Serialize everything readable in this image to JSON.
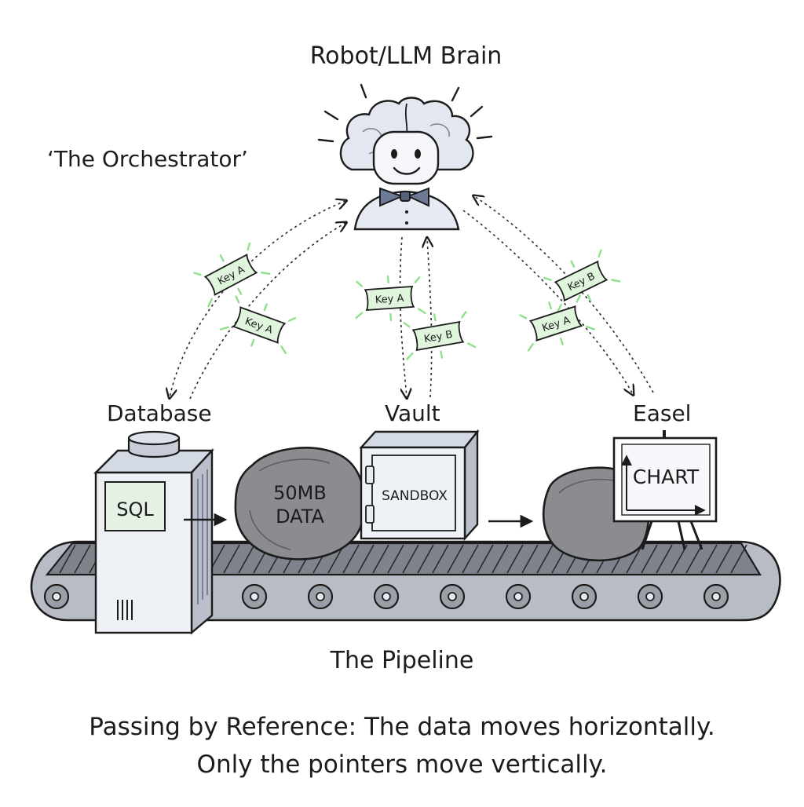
{
  "brain": {
    "title": "Robot/LLM Brain",
    "subtitle": "‘The Orchestrator’"
  },
  "stations": {
    "database": {
      "label": "Database",
      "tag": "SQL"
    },
    "vault": {
      "label": "Vault",
      "tag": "SANDBOX"
    },
    "easel": {
      "label": "Easel",
      "tag": "CHART"
    }
  },
  "data_rock": {
    "line1": "50MB",
    "line2": "DATA"
  },
  "keys": {
    "db_up": "Key A",
    "db_down": "Key A",
    "vault_left": "Key A",
    "vault_right": "Key B",
    "easel_top": "Key B",
    "easel_bottom": "Key A"
  },
  "pipeline_label": "The Pipeline",
  "caption": {
    "line1": "Passing by Reference: The data moves horizontally.",
    "line2": "Only the pointers move vertically."
  },
  "colors": {
    "key_fill": "#dff5dc",
    "key_glow": "#8fe08a",
    "metal": "#e4e9f0",
    "rock": "#8a8c90",
    "ink": "#1c1c1c"
  }
}
